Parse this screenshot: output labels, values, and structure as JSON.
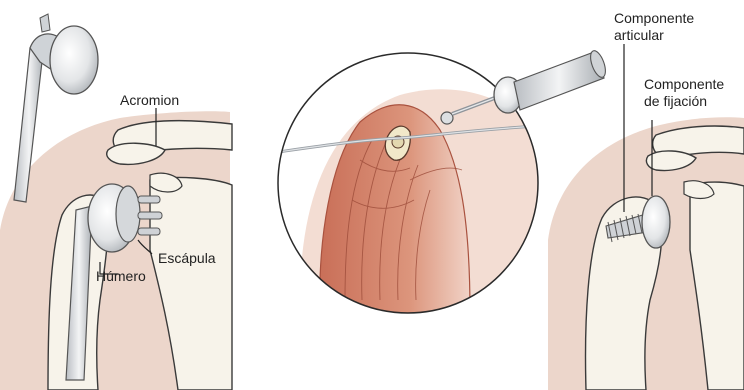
{
  "labels": {
    "acromion": "Acromion",
    "escapula": "Escápula",
    "humero": "Húmero",
    "componente_articular": [
      "Componente",
      "articular"
    ],
    "componente_fijacion": [
      "Componente",
      "de fijación"
    ]
  },
  "colors": {
    "skin": "#e9d3c8",
    "skin_dark": "#dbb7a6",
    "bone": "#f7f3ea",
    "outline": "#3a3a3a",
    "metal": "#e2e3e5",
    "metal_dark": "#9ea3a8",
    "muscle": "#d98f76",
    "muscle_dark": "#c46f58",
    "zoom_bg": "#f6e5de"
  },
  "icons": [
    "implant-icon",
    "cannula-icon",
    "screw-icon"
  ]
}
